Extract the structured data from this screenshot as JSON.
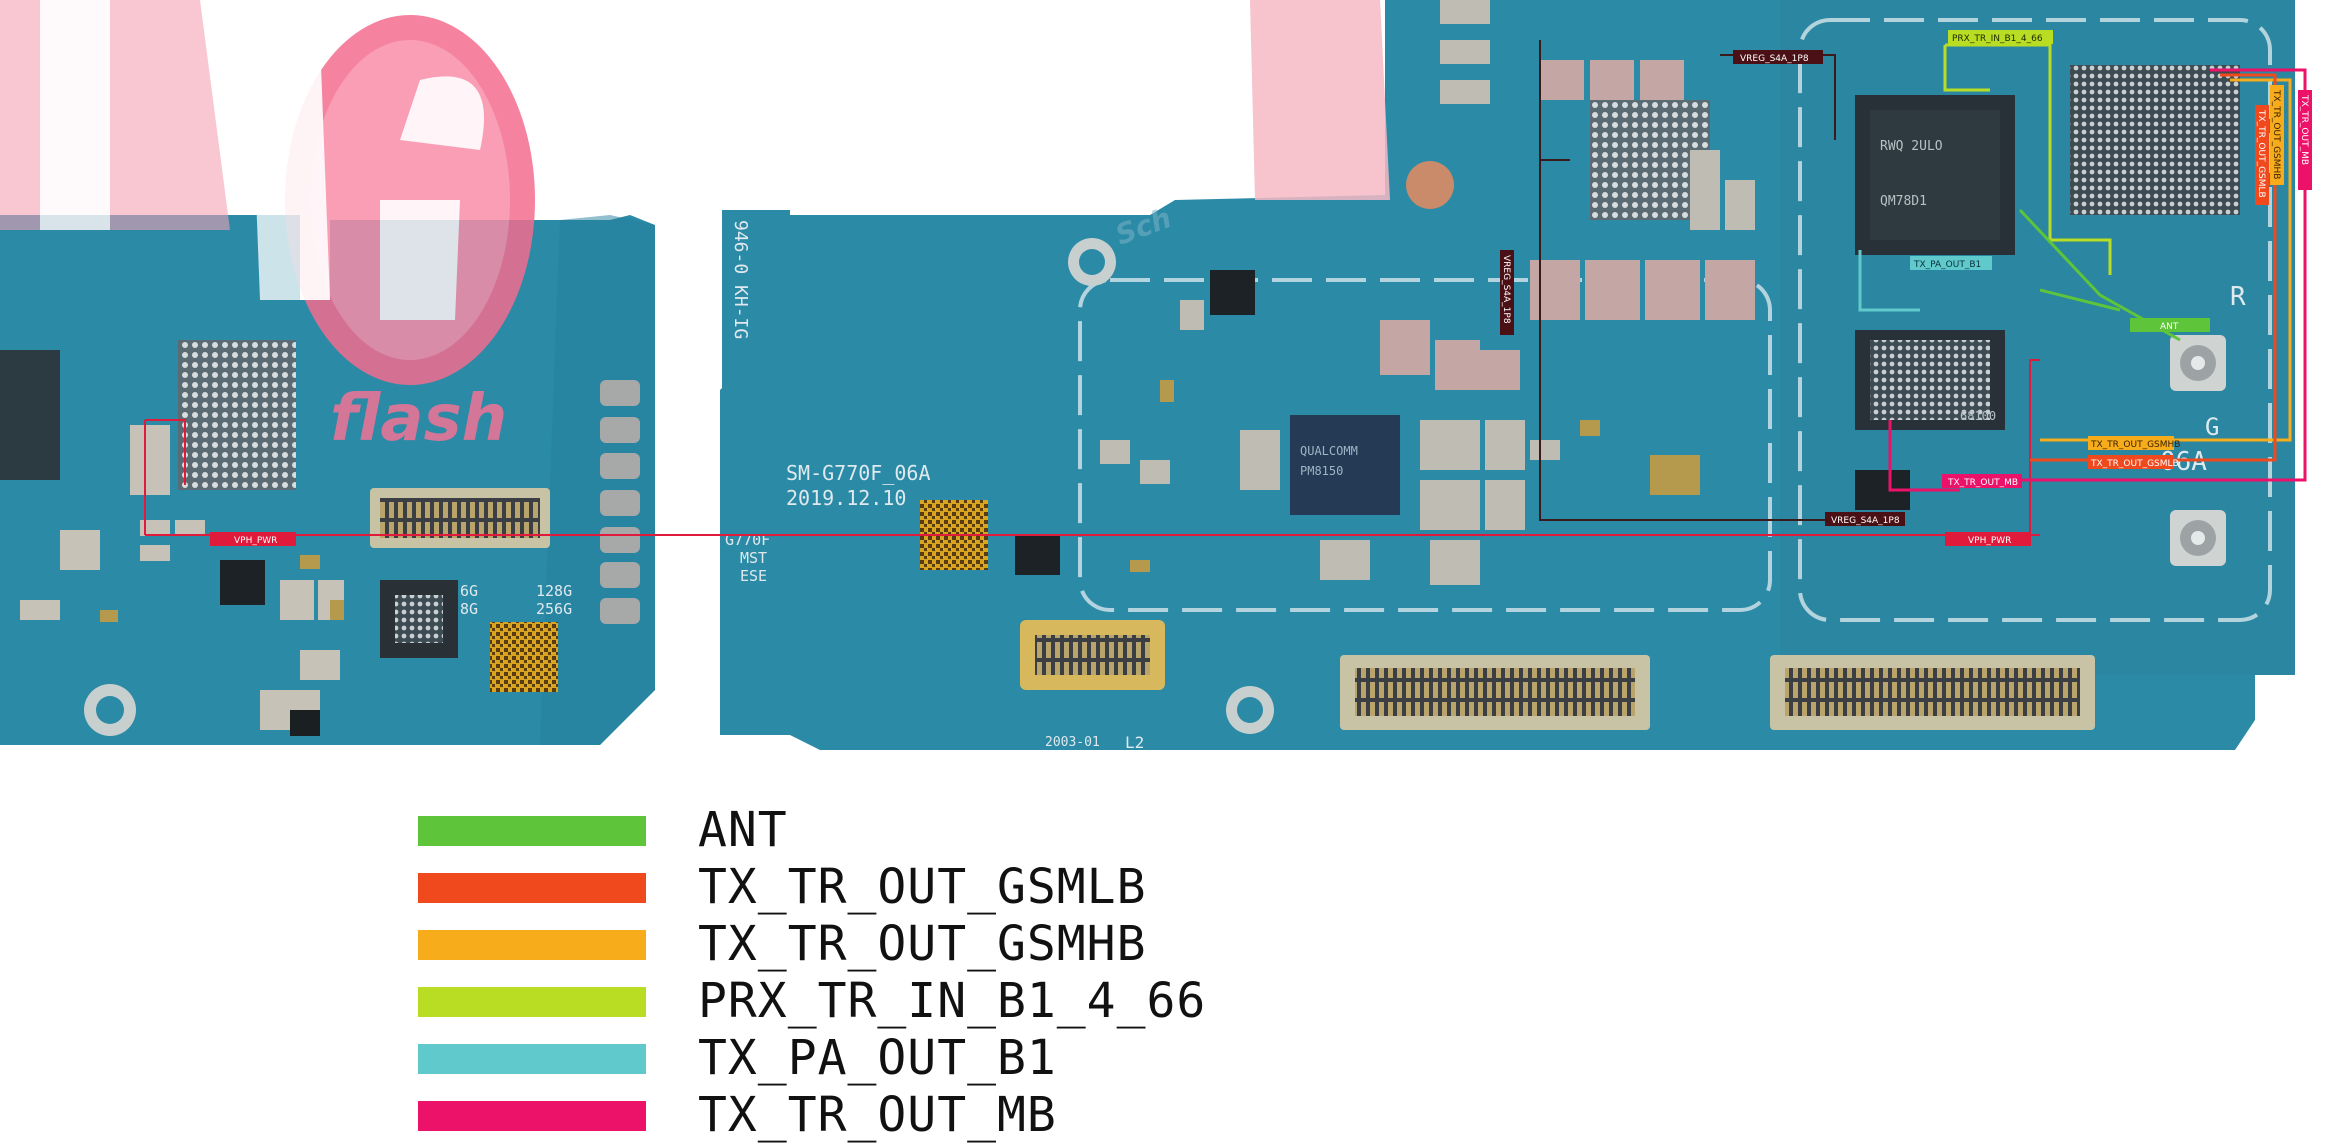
{
  "board": {
    "model_text": "SM-G770F_06A",
    "date_text": "2019.12.10",
    "rev_text": "2003-01",
    "rev_suffix": "L2",
    "id_left_block": [
      "G770F",
      "MST",
      "ESE"
    ],
    "memory_marks": [
      "6G",
      "8G",
      "128G",
      "256G"
    ],
    "corner_letter_r": "R",
    "corner_letter_g": "G",
    "corner_text_06a": "06A",
    "vertical_code": "946-0 KH-IG",
    "watermark_flash": "flash",
    "watermark_brand": "Sch",
    "ic_labels": {
      "modem_chip": "QM78D1",
      "modem_chip_sub": "RWQ 2ULO",
      "pmic_chip": "QUALCOMM",
      "pmic_code": "PM8150",
      "transceiver": "68100"
    }
  },
  "signal_tags": {
    "vreg_s4a_1p8": "VREG_S4A_1P8",
    "prx_tr_in_b1_4_66": "PRX_TR_IN_B1_4_66",
    "tx_pa_out_b1": "TX_PA_OUT_B1",
    "ant": "ANT",
    "tx_tr_out_gsmhb": "TX_TR_OUT_GSMHB",
    "tx_tr_out_gsmlb": "TX_TR_OUT_GSMLB",
    "tx_tr_out_mb": "TX_TR_OUT_MB",
    "vph_pwr": "VPH_PWR",
    "vreg_s4a_1p8_b": "VREG_S4A_1P8"
  },
  "legend": [
    {
      "label": "ANT",
      "color": "#5ec43a"
    },
    {
      "label": "TX_TR_OUT_GSMLB",
      "color": "#f0491e"
    },
    {
      "label": "TX_TR_OUT_GSMHB",
      "color": "#f7ad1b"
    },
    {
      "label": "PRX_TR_IN_B1_4_66",
      "color": "#b9dd23"
    },
    {
      "label": "TX_PA_OUT_B1",
      "color": "#5fc9cc"
    },
    {
      "label": "TX_TR_OUT_MB",
      "color": "#ec1269"
    }
  ],
  "colors": {
    "pcb": "#2b8aa6",
    "pcb_dark": "#1d6f8a",
    "vph_line": "#e01a3a",
    "vreg_line": "#3a1a1a"
  }
}
